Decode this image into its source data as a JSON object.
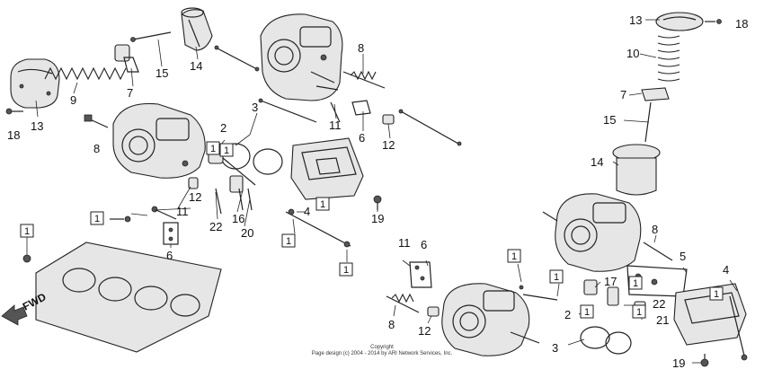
{
  "callouts": [
    {
      "id": "c1",
      "text": "13"
    },
    {
      "id": "c2",
      "text": "9"
    },
    {
      "id": "c3",
      "text": "7"
    },
    {
      "id": "c4",
      "text": "15"
    },
    {
      "id": "c5",
      "text": "14"
    },
    {
      "id": "c6",
      "text": "18"
    },
    {
      "id": "c7",
      "text": "8"
    },
    {
      "id": "c8",
      "text": "2"
    },
    {
      "id": "c9",
      "text": "3"
    },
    {
      "id": "c10",
      "text": "8"
    },
    {
      "id": "c11",
      "text": "11"
    },
    {
      "id": "c12",
      "text": "6"
    },
    {
      "id": "c13",
      "text": "12"
    },
    {
      "id": "c14",
      "text": "12"
    },
    {
      "id": "c15",
      "text": "11"
    },
    {
      "id": "c16",
      "text": "16"
    },
    {
      "id": "c17",
      "text": "22"
    },
    {
      "id": "c18",
      "text": "20"
    },
    {
      "id": "c19",
      "text": "4"
    },
    {
      "id": "c20",
      "text": "19"
    },
    {
      "id": "c21",
      "text": "6"
    },
    {
      "id": "c22",
      "text": "13"
    },
    {
      "id": "c23",
      "text": "18"
    },
    {
      "id": "c24",
      "text": "10"
    },
    {
      "id": "c25",
      "text": "7"
    },
    {
      "id": "c26",
      "text": "15"
    },
    {
      "id": "c27",
      "text": "14"
    },
    {
      "id": "c28",
      "text": "8"
    },
    {
      "id": "c29",
      "text": "5"
    },
    {
      "id": "c30",
      "text": "17"
    },
    {
      "id": "c31",
      "text": "22"
    },
    {
      "id": "c32",
      "text": "2"
    },
    {
      "id": "c33",
      "text": "21"
    },
    {
      "id": "c34",
      "text": "4"
    },
    {
      "id": "c35",
      "text": "11"
    },
    {
      "id": "c36",
      "text": "6"
    },
    {
      "id": "c37",
      "text": "8"
    },
    {
      "id": "c38",
      "text": "12"
    },
    {
      "id": "c39",
      "text": "3"
    },
    {
      "id": "c40",
      "text": "19"
    }
  ],
  "kit_boxes": [
    {
      "id": "b1",
      "text": "1"
    },
    {
      "id": "b2",
      "text": "1"
    },
    {
      "id": "b3",
      "text": "1"
    },
    {
      "id": "b4",
      "text": "1"
    },
    {
      "id": "b5",
      "text": "1"
    },
    {
      "id": "b6",
      "text": "1"
    },
    {
      "id": "b7",
      "text": "1"
    },
    {
      "id": "b8",
      "text": "1"
    },
    {
      "id": "b9",
      "text": "1"
    },
    {
      "id": "b10",
      "text": "1"
    },
    {
      "id": "b11",
      "text": "1"
    },
    {
      "id": "b12",
      "text": "1"
    },
    {
      "id": "b13",
      "text": "1"
    }
  ],
  "direction_label": "FWD",
  "copyright": {
    "line1": "Copyright",
    "line2": "Page design (c) 2004 - 2014 by ARI Network Services, Inc."
  }
}
